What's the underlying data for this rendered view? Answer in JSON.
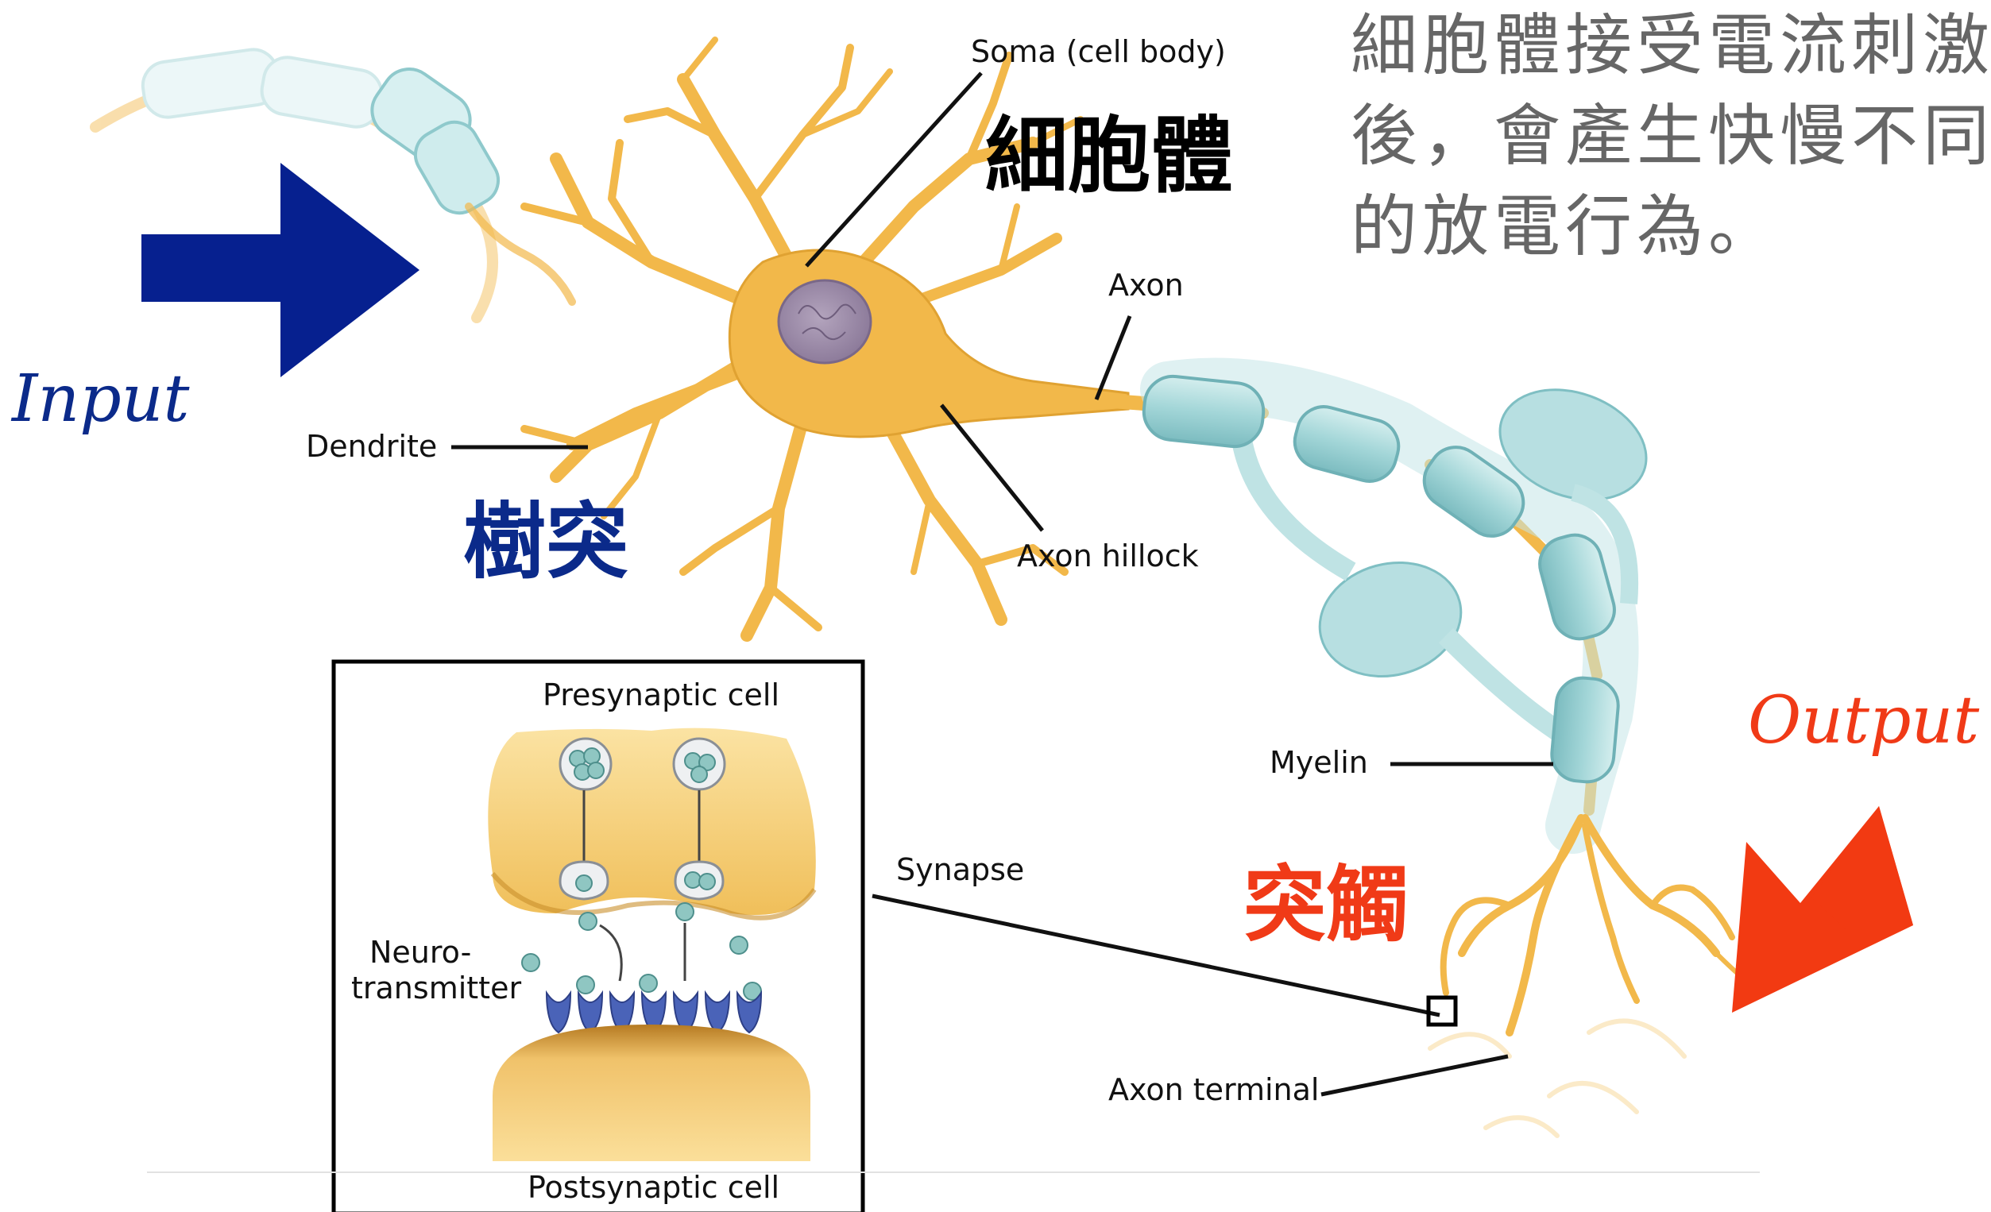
{
  "labels": {
    "soma": "Soma (cell body)",
    "axon": "Axon",
    "dendrite": "Dendrite",
    "axon_hillock": "Axon hillock",
    "myelin": "Myelin",
    "synapse": "Synapse",
    "axon_terminal": "Axon terminal",
    "presynaptic": "Presynaptic cell",
    "postsynaptic": "Postsynaptic cell",
    "neuro_line1": "Neuro-",
    "neuro_line2": "transmitter"
  },
  "chinese": {
    "soma": "細胞體",
    "dendrite": "樹突",
    "synapse": "突觸",
    "description": [
      "細胞體接受電流刺激",
      "後，會產生快慢不同",
      "的放電行為。"
    ]
  },
  "io": {
    "input": "Input",
    "output": "Output"
  },
  "colors": {
    "input_arrow": "#06208f",
    "output_arrow": "#f23a12",
    "neuron": "#f2b84a",
    "myelin": "#9fd6d8",
    "nucleus": "#9c8aa8"
  }
}
